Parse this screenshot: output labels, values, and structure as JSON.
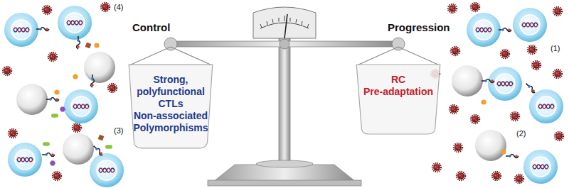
{
  "diagram": {
    "nodes": [
      {
        "text": [
          "Strong, polyfunctional CTLs",
          "Non-associated Polymorphisms"
        ]
      },
      {
        "text": [
          "RC",
          "Pre-adaptation"
        ]
      }
    ],
    "edges": [],
    "labels": [
      "(4)",
      "Control",
      "Progression",
      "(1)",
      "(3)",
      "(2)"
    ]
  }
}
